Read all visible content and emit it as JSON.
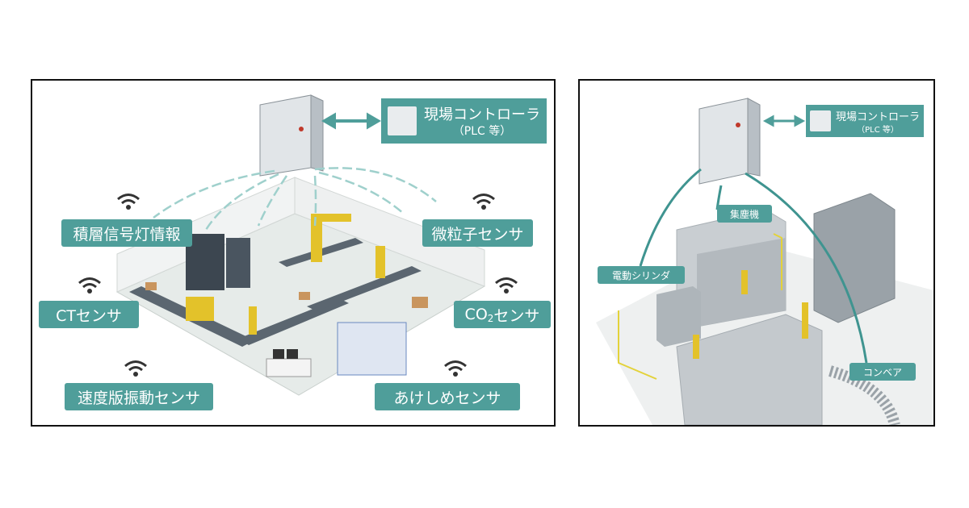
{
  "left": {
    "controller": {
      "title": "現場コントローラ",
      "subtitle": "（PLC 等）"
    },
    "labels": {
      "stack_light": "積層信号灯情報",
      "particle": "微粒子センサ",
      "ct": "CTセンサ",
      "co2_prefix": "CO",
      "co2_sub": "2",
      "co2_suffix": "センサ",
      "vibration": "速度版振動センサ",
      "open_close": "あけしめセンサ"
    }
  },
  "right": {
    "controller": {
      "title": "現場コントローラ",
      "subtitle": "（PLC 等）"
    },
    "labels": {
      "dust": "集塵機",
      "cylinder": "電動シリンダ",
      "conveyor": "コンベア"
    }
  },
  "colors": {
    "accent": "#4f9e9a",
    "line": "#3f9490",
    "cabinet": "#d9dde2"
  }
}
